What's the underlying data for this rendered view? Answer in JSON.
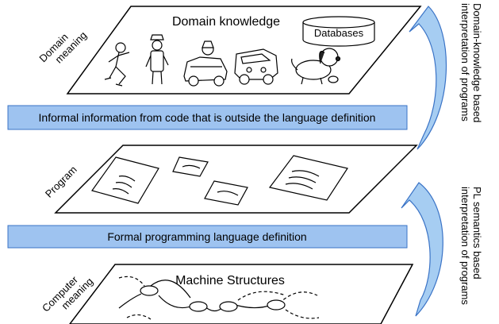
{
  "layers": {
    "domain": {
      "side_label_line1": "Domain",
      "side_label_line2": "meaning",
      "title": "Domain knowledge",
      "database_label": "Databases",
      "icons": [
        "runner-figure-icon",
        "doorman-figure-icon",
        "car-with-driver-icon",
        "cartoon-car-icon",
        "cartoon-dog-icon"
      ]
    },
    "informal_band": {
      "text": "Informal information from code that is outside the language definition"
    },
    "program": {
      "side_label": "Program"
    },
    "formal_band": {
      "text": "Formal programming language definition"
    },
    "computer": {
      "side_label_line1": "Computer",
      "side_label_line2": "meaning",
      "title": "Machine Structures"
    }
  },
  "arrows": {
    "domain_interpretation": {
      "line1": "Domain-knowledge based",
      "line2": "interpretation of programs"
    },
    "pl_semantics": {
      "line1": "PL semantics based",
      "line2": "interpretation of programs"
    }
  },
  "colors": {
    "band_fill": "#9ec3f0",
    "arrow_fill": "#a6cdf2",
    "arrow_stroke": "#3a73c6",
    "line": "#000000"
  }
}
